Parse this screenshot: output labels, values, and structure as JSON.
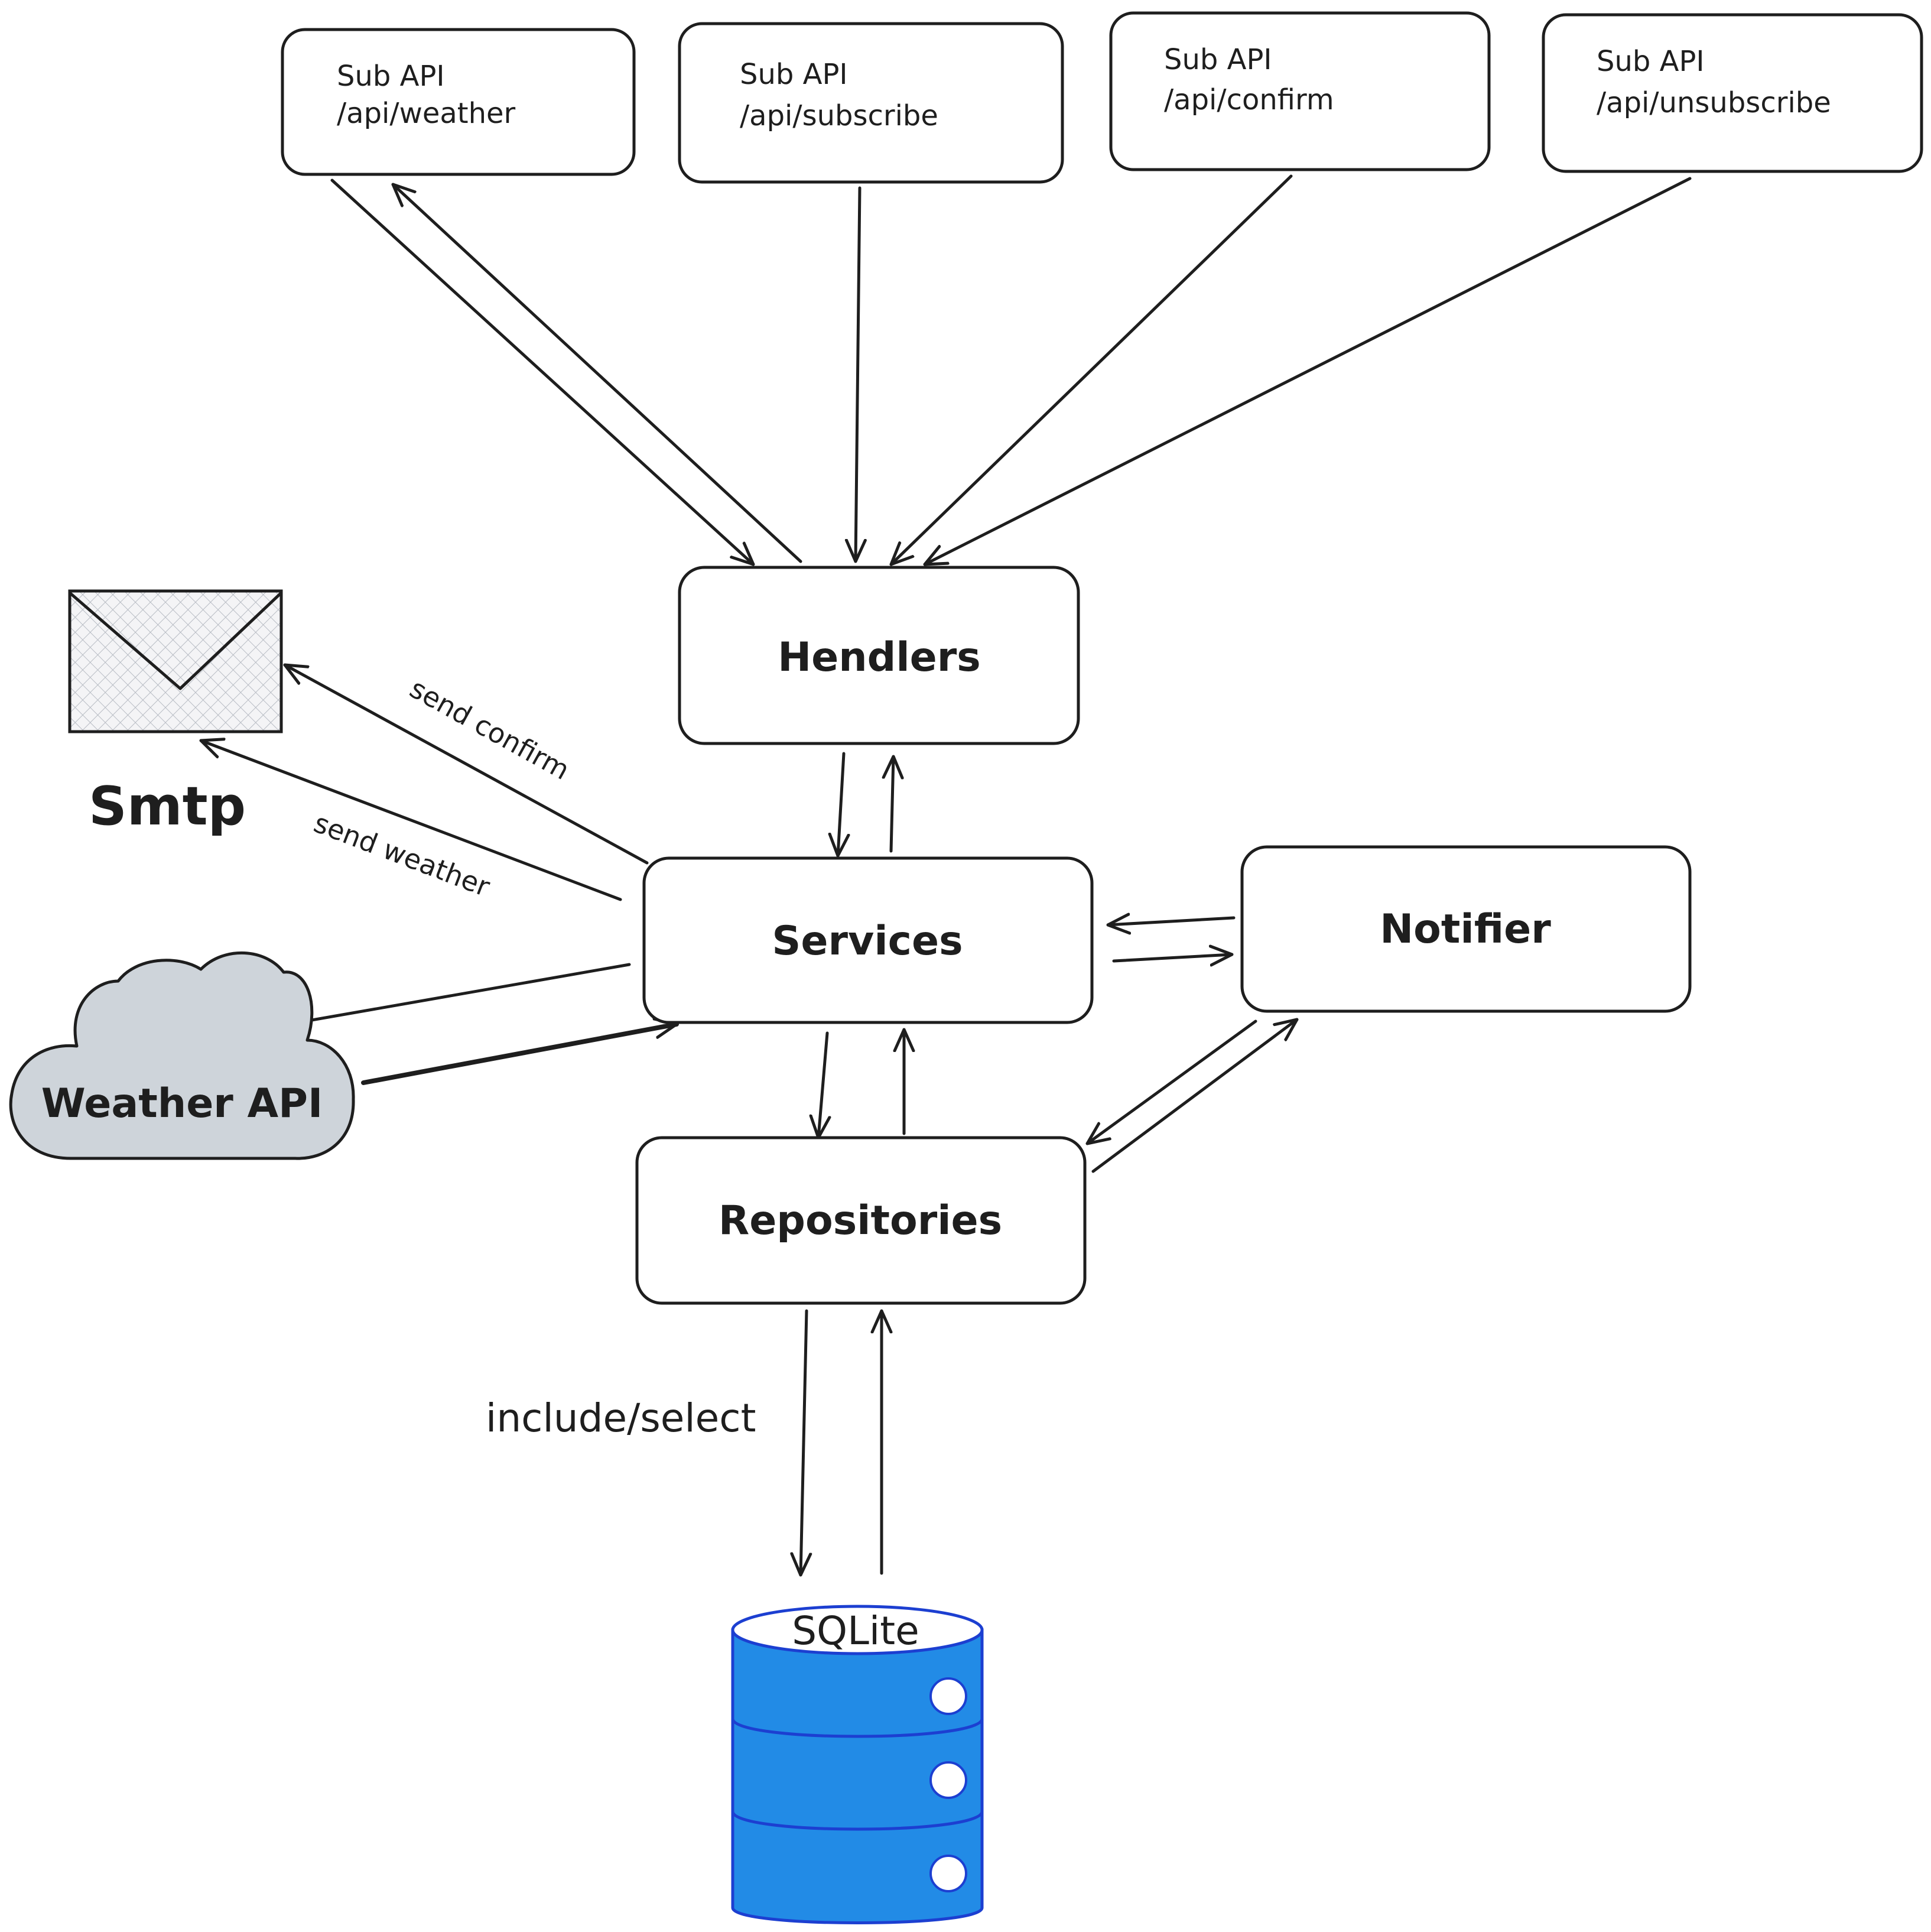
{
  "colors": {
    "stroke": "#1e1e1e",
    "database": "#228be6",
    "database_stroke": "#1c3fd1",
    "cloud": "#ced4da",
    "envelope_pattern": "#b8bcc4"
  },
  "api_boxes": [
    {
      "line1": "Sub API",
      "line2": "/api/weather"
    },
    {
      "line1": "Sub API",
      "line2": "/api/subscribe"
    },
    {
      "line1": "Sub API",
      "line2": "/api/confirm"
    },
    {
      "line1": "Sub API",
      "line2": "/api/unsubscribe"
    }
  ],
  "nodes": {
    "handlers": "Hendlers",
    "services": "Services",
    "notifier": "Notifier",
    "repositories": "Repositories",
    "smtp": "Smtp",
    "weather_api": "Weather API",
    "database": "SQLite"
  },
  "edge_labels": {
    "send_confirm": "send confirm",
    "send_weather": "send weather",
    "include_select": "include/select"
  },
  "icons": {
    "smtp": "envelope-icon",
    "weather_api": "cloud-icon",
    "database": "database-cylinder-icon"
  }
}
